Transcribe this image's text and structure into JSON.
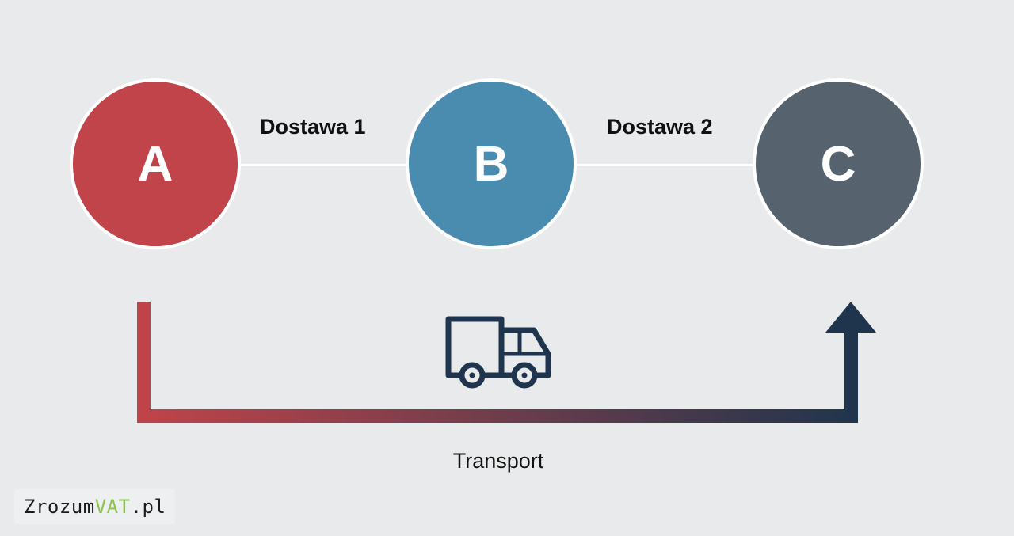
{
  "nodes": [
    {
      "id": "A",
      "label": "A",
      "color": "#c0444a"
    },
    {
      "id": "B",
      "label": "B",
      "color": "#4a8cb0"
    },
    {
      "id": "C",
      "label": "C",
      "color": "#56636f"
    }
  ],
  "edges": [
    {
      "from": "A",
      "to": "B",
      "label": "Dostawa 1"
    },
    {
      "from": "B",
      "to": "C",
      "label": "Dostawa 2"
    }
  ],
  "transport": {
    "label": "Transport",
    "icon": "truck-icon",
    "gradient_start": "#c0444a",
    "gradient_end": "#1f354d"
  },
  "brand": {
    "prefix": "Zrozum",
    "highlight": "VAT",
    "suffix": ".pl",
    "highlight_color": "#8bc34a"
  }
}
